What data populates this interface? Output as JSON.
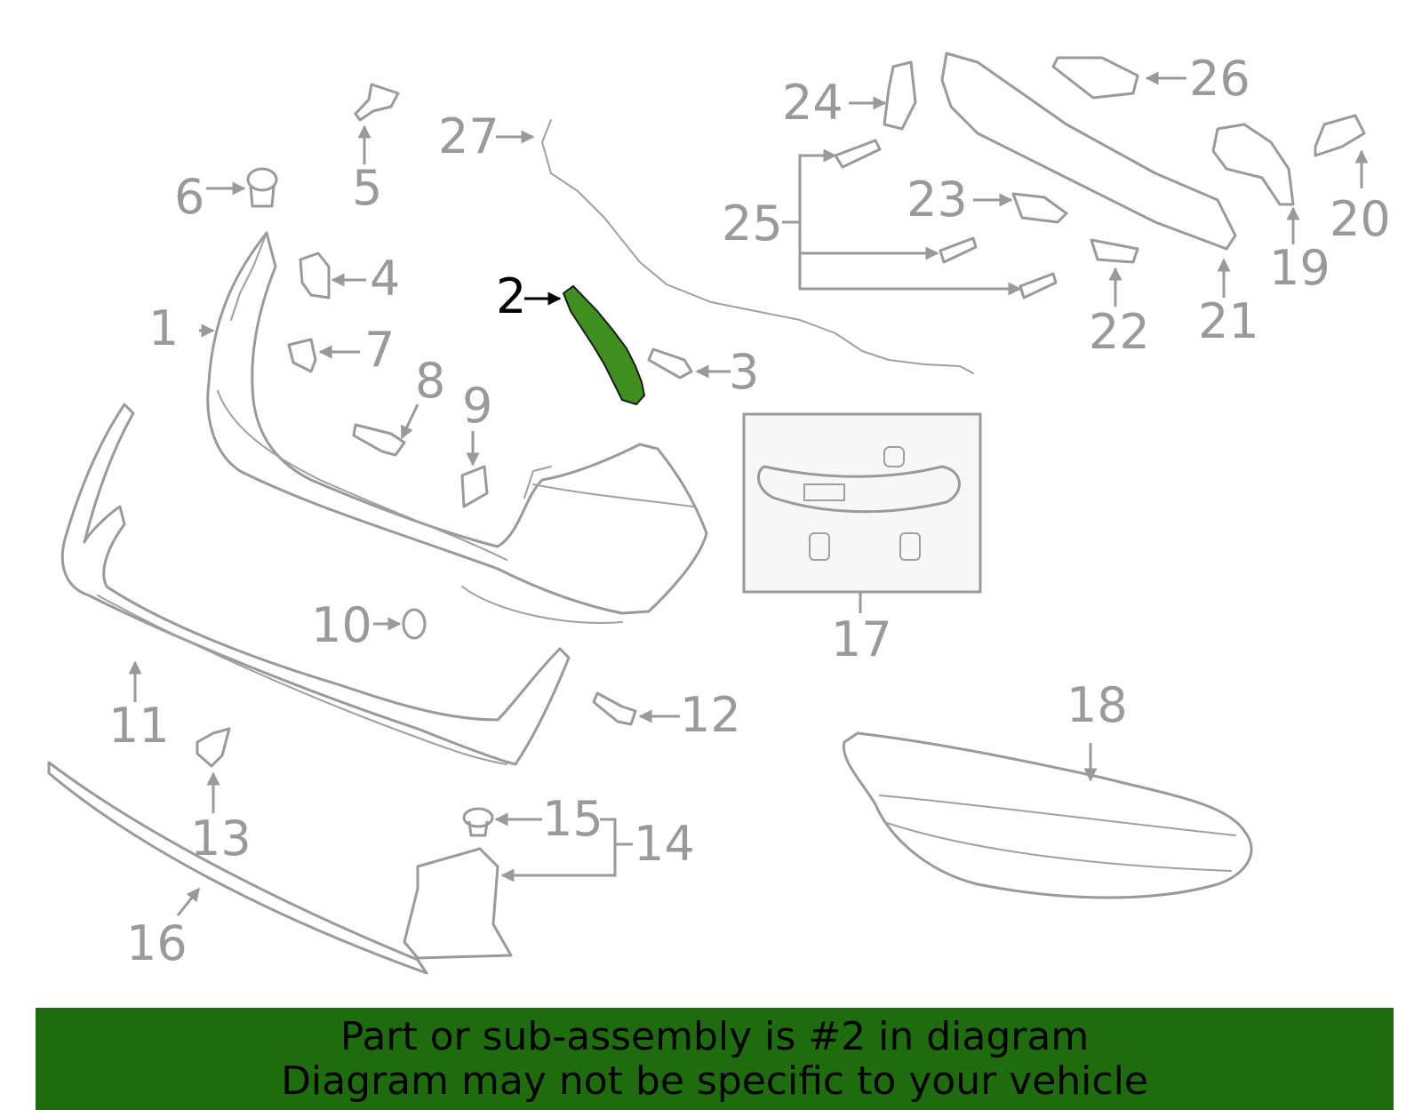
{
  "banner": {
    "line1": "Part or sub-assembly is #2 in diagram",
    "line2": "Diagram may not be specific to your vehicle",
    "background": "#1f6c0f"
  },
  "highlight_color": "#3f8f1e",
  "callouts": [
    "1",
    "2",
    "3",
    "4",
    "5",
    "6",
    "7",
    "8",
    "9",
    "10",
    "11",
    "12",
    "13",
    "14",
    "15",
    "16",
    "17",
    "18",
    "19",
    "20",
    "21",
    "22",
    "23",
    "24",
    "25",
    "26",
    "27"
  ],
  "highlighted_callout": "2"
}
